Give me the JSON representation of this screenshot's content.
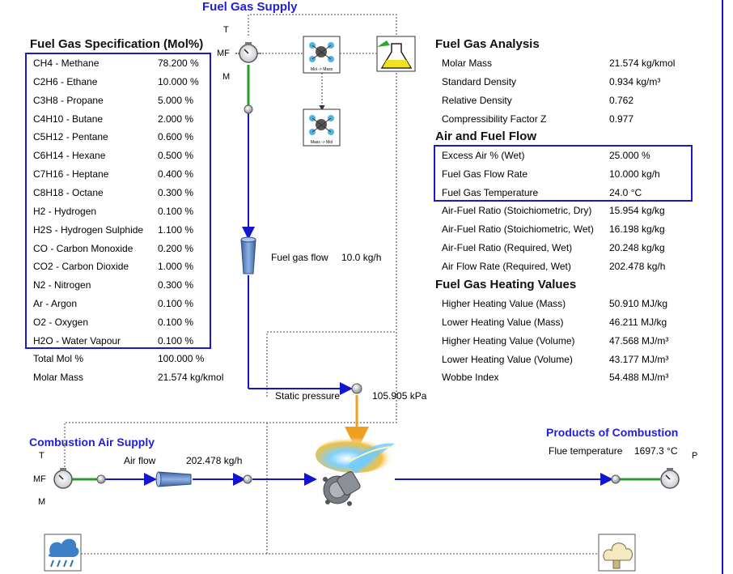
{
  "fuel_gas_supply": {
    "title": "Fuel Gas Supply",
    "port_labels": [
      "T",
      "MF",
      "M"
    ]
  },
  "fuel_gas_spec": {
    "title": "Fuel Gas Specification (Mol%)",
    "items": [
      {
        "label": "CH4 - Methane",
        "value": "78.200 %"
      },
      {
        "label": "C2H6 - Ethane",
        "value": "10.000 %"
      },
      {
        "label": "C3H8 - Propane",
        "value": "5.000 %"
      },
      {
        "label": "C4H10 - Butane",
        "value": "2.000 %"
      },
      {
        "label": "C5H12 - Pentane",
        "value": "0.600 %"
      },
      {
        "label": "C6H14 - Hexane",
        "value": "0.500 %"
      },
      {
        "label": "C7H16 - Heptane",
        "value": "0.400 %"
      },
      {
        "label": "C8H18 - Octane",
        "value": "0.300 %"
      },
      {
        "label": "H2 - Hydrogen",
        "value": "0.100 %"
      },
      {
        "label": "H2S - Hydrogen Sulphide",
        "value": "1.100 %"
      },
      {
        "label": "CO - Carbon Monoxide",
        "value": "0.200 %"
      },
      {
        "label": "CO2 - Carbon Dioxide",
        "value": "1.000 %"
      },
      {
        "label": "N2 - Nitrogen",
        "value": "0.300 %"
      },
      {
        "label": "Ar - Argon",
        "value": "0.100 %"
      },
      {
        "label": "O2 - Oxygen",
        "value": "0.100 %"
      },
      {
        "label": "H2O - Water Vapour",
        "value": "0.100 %"
      }
    ],
    "totals": [
      {
        "label": "Total Mol %",
        "value": "100.000 %"
      },
      {
        "label": "Molar Mass",
        "value": "21.574 kg/kmol"
      }
    ]
  },
  "fuel_gas_analysis": {
    "title": "Fuel Gas Analysis",
    "items": [
      {
        "label": "Molar Mass",
        "value": "21.574 kg/kmol"
      },
      {
        "label": "Standard Density",
        "value": "0.934 kg/m³"
      },
      {
        "label": "Relative Density",
        "value": "0.762"
      },
      {
        "label": "Compressibility Factor Z",
        "value": "0.977"
      }
    ]
  },
  "air_fuel_flow": {
    "title": "Air and Fuel Flow",
    "inputs": [
      {
        "label": "Excess Air % (Wet)",
        "value": "25.000 %"
      },
      {
        "label": "Fuel Gas Flow Rate",
        "value": "10.000 kg/h"
      },
      {
        "label": "Fuel Gas Temperature",
        "value": "24.0 °C"
      }
    ],
    "items": [
      {
        "label": "Air-Fuel Ratio (Stoichiometric, Dry)",
        "value": "15.954 kg/kg"
      },
      {
        "label": "Air-Fuel Ratio (Stoichiometric, Wet)",
        "value": "16.198 kg/kg"
      },
      {
        "label": "Air-Fuel Ratio (Required, Wet)",
        "value": "20.248 kg/kg"
      },
      {
        "label": "Air Flow Rate (Required, Wet)",
        "value": "202.478 kg/h"
      }
    ]
  },
  "heating_values": {
    "title": "Fuel Gas Heating Values",
    "items": [
      {
        "label": "Higher Heating Value (Mass)",
        "value": "50.910 MJ/kg"
      },
      {
        "label": "Lower Heating Value (Mass)",
        "value": "46.211 MJ/kg"
      },
      {
        "label": "Higher Heating Value (Volume)",
        "value": "47.568 MJ/m³"
      },
      {
        "label": "Lower Heating Value (Volume)",
        "value": "43.177 MJ/m³"
      },
      {
        "label": "Wobbe Index",
        "value": "54.488 MJ/m³"
      }
    ]
  },
  "fuel_gas_flow": {
    "label": "Fuel gas flow",
    "value": "10.0 kg/h"
  },
  "static_pressure": {
    "label": "Static pressure",
    "value": "105.905 kPa"
  },
  "combustion_air": {
    "title": "Combustion Air Supply",
    "port_labels": [
      "T",
      "MF",
      "M"
    ],
    "flow_label": "Air flow",
    "flow_value": "202.478 kg/h"
  },
  "products": {
    "title": "Products of Combustion",
    "flue_label": "Flue temperature",
    "flue_value": "1697.3 °C",
    "port_label": "P"
  },
  "icons": {
    "mol_mass_1": "Mol -> Mass",
    "mol_mass_2": "Mass -> Mol"
  },
  "colors": {
    "accent_blue": "#1f1fd6",
    "flow_green": "#2a9a2a",
    "pressure_orange": "#f0a020"
  }
}
